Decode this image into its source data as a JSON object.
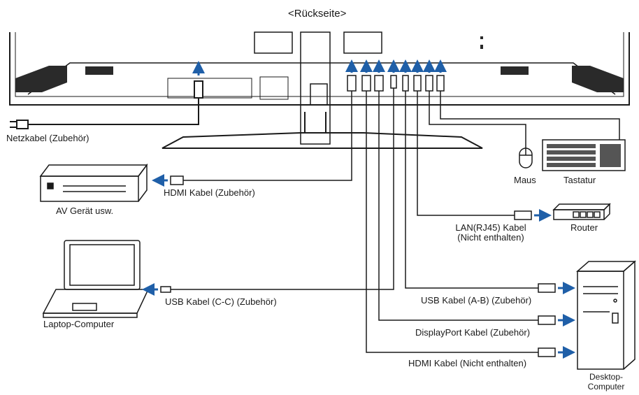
{
  "title": "<Rückseite>",
  "labels": {
    "power_cable": "Netzkabel (Zubehör)",
    "hdmi_av": "HDMI Kabel (Zubehör)",
    "av_device": "AV Gerät usw.",
    "mouse": "Maus",
    "keyboard": "Tastatur",
    "lan_cable_line1": "LAN(RJ45) Kabel",
    "lan_cable_line2": "(Nicht enthalten)",
    "router": "Router",
    "laptop": "Laptop-Computer",
    "usb_cc": "USB Kabel (C-C) (Zubehör)",
    "usb_ab": "USB Kabel (A-B) (Zubehör)",
    "displayport": "DisplayPort Kabel (Zubehör)",
    "hdmi_pc": "HDMI Kabel (Nicht enthalten)",
    "desktop_line1": "Desktop-",
    "desktop_line2": "Computer"
  },
  "colors": {
    "line": "#1a1a1a",
    "arrow": "#1f5fa8",
    "panel": "#2a2a2a"
  }
}
